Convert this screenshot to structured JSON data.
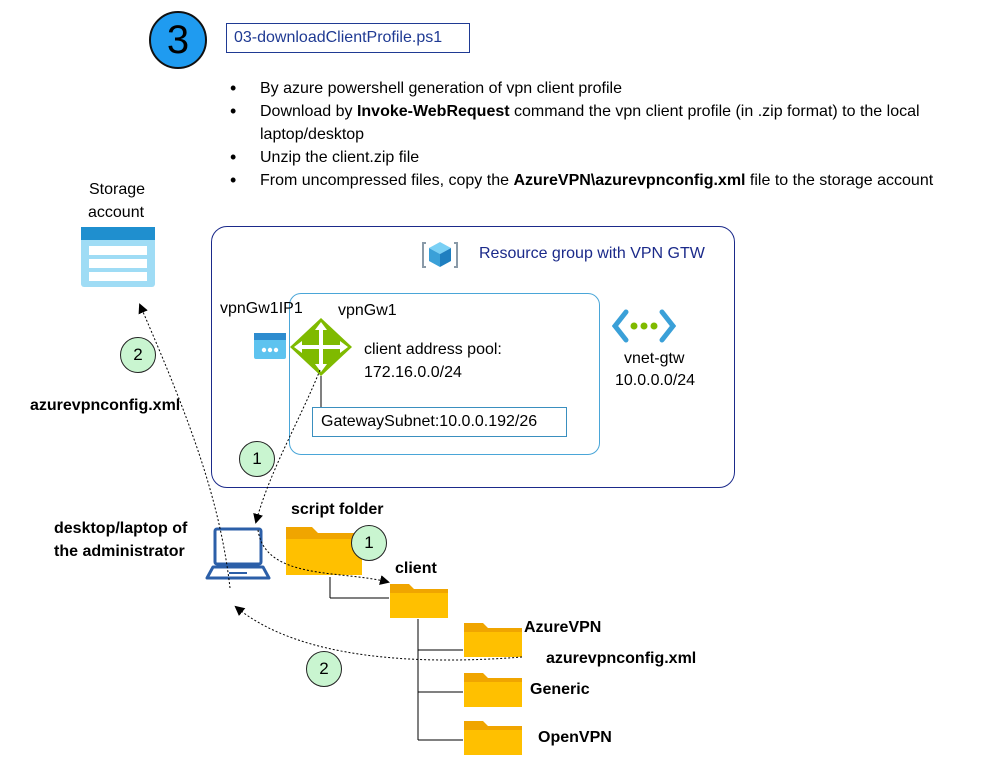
{
  "step": {
    "number": "3"
  },
  "script_file": "03-downloadClientProfile.ps1",
  "bullets": [
    {
      "segments": [
        {
          "text": "By azure powershell generation of vpn client profile",
          "bold": false
        }
      ]
    },
    {
      "segments": [
        {
          "text": "Download by ",
          "bold": false
        },
        {
          "text": "Invoke-WebRequest",
          "bold": true
        },
        {
          "text": " command the vpn client profile (in .zip format) to the local laptop/desktop",
          "bold": false
        }
      ]
    },
    {
      "segments": [
        {
          "text": "Unzip the client.zip file",
          "bold": false
        }
      ]
    },
    {
      "segments": [
        {
          "text": "From uncompressed files, copy the ",
          "bold": false
        },
        {
          "text": "AzureVPN\\azurevpnconfig.xml",
          "bold": true
        },
        {
          "text": "  file to the storage account",
          "bold": false
        }
      ]
    }
  ],
  "storage": {
    "line1": "Storage",
    "line2": "account"
  },
  "resource_group": {
    "title": "Resource group with VPN GTW"
  },
  "public_ip": {
    "label": "vpnGw1IP1"
  },
  "gateway": {
    "label": "vpnGw1",
    "pool_line1": "client address pool:",
    "pool_line2": "172.16.0.0/24"
  },
  "vnet": {
    "name": "vnet-gtw",
    "prefix": "10.0.0.0/24"
  },
  "subnet": {
    "label": "GatewaySubnet:10.0.0.192/26"
  },
  "config_file_left": "azurevpnconfig.xml",
  "admin": {
    "line1": "desktop/laptop of",
    "line2": "the administrator"
  },
  "folders": {
    "script_folder": "script folder",
    "client": "client",
    "azurevpn": "AzureVPN",
    "config_file": "azurevpnconfig.xml",
    "generic": "Generic",
    "openvpn": "OpenVPN"
  },
  "badges": {
    "upload": "2",
    "download": "1",
    "unzip": "1",
    "copy": "2"
  },
  "colors": {
    "step_circle": "#1f9bf0",
    "badge_fill": "#c9f5d0",
    "folder": "#ffc000",
    "resource_group_border": "#1b2a8a",
    "vnet_border": "#4aa6d8",
    "gateway_icon": "#7fba00",
    "storage_icon": "#3aa0d8"
  },
  "icons": [
    "storage-account-icon",
    "resource-group-icon",
    "public-ip-icon",
    "vpn-gateway-icon",
    "vnet-icon",
    "laptop-icon",
    "folder-icon"
  ]
}
